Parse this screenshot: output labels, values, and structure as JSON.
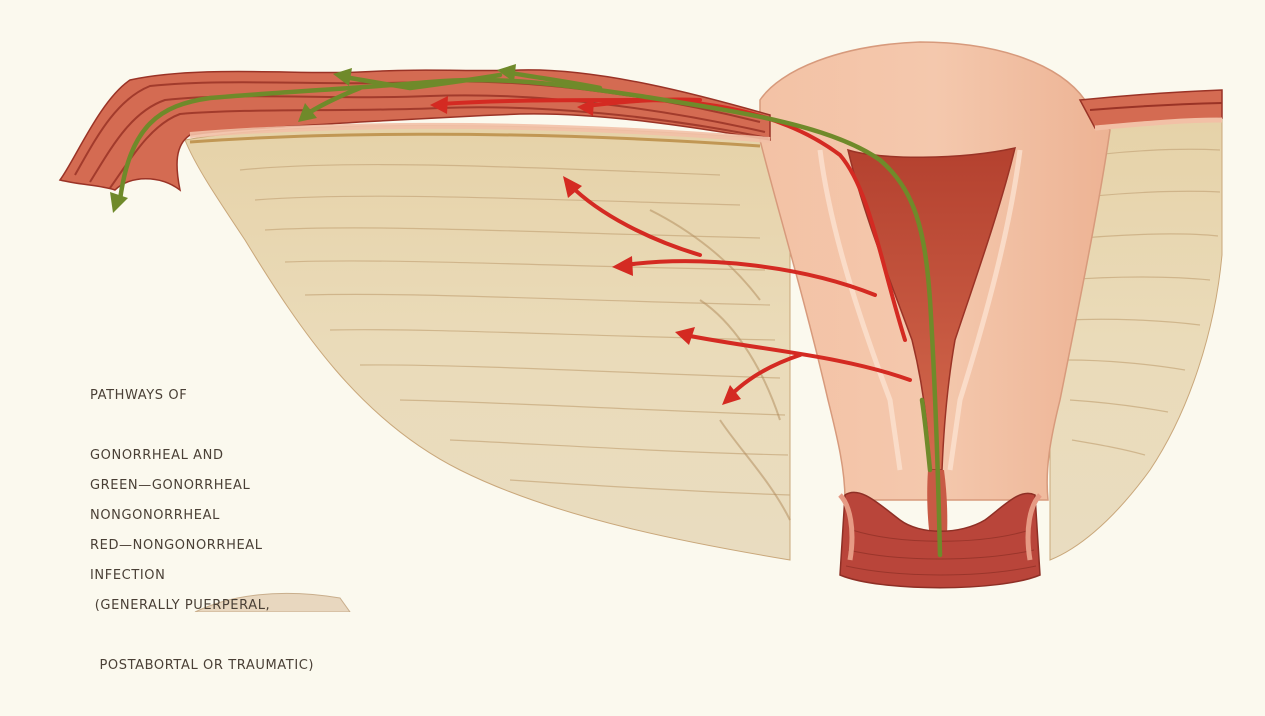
{
  "caption": {
    "title_lines": [
      "PATHWAYS OF",
      "GONORRHEAL AND",
      "NONGONORRHEAL",
      "INFECTION"
    ],
    "legend_lines": [
      "GREEN—GONORRHEAL",
      "RED—NONGONORRHEAL",
      " (GENERALLY PUERPERAL,",
      "  POSTABORTAL OR TRAUMATIC)"
    ]
  },
  "colors": {
    "background": "#fbf9ee",
    "gonorrheal_pathway": "#6f8a2a",
    "nongonorrheal_pathway": "#d42a22",
    "ligament": "#e2cfa8",
    "uterus": "#efb79a",
    "tube": "#b8423a"
  }
}
